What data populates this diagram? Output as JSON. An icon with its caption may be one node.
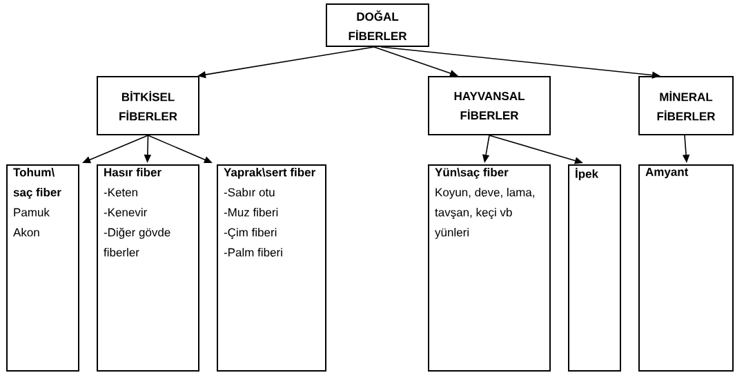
{
  "diagram": {
    "nodes": [
      {
        "text": [
          "DOĞAL FİBERLER"
        ]
      },
      {
        "text": [
          "BİTKİSEL FİBERLER"
        ]
      },
      {
        "text": [
          "HAYVANSAL FİBERLER"
        ]
      },
      {
        "text": [
          "MİNERAL FİBERLER"
        ]
      },
      {
        "text": [
          "Tohum\\ saç fiber",
          "Pamuk",
          "Akon"
        ]
      },
      {
        "text": [
          "Hasır fiber",
          "-Keten",
          "-Kenevir",
          "-Diğer gövde fiberler"
        ]
      },
      {
        "text": [
          "Yaprak\\sert fiber",
          "-Sabır otu",
          "-Muz fiberi",
          "-Çim fiberi",
          "-Palm fiberi"
        ]
      },
      {
        "text": [
          "Yün\\saç fiber",
          "Koyun, deve, lama, tavşan, keçi vb yünleri"
        ]
      },
      {
        "text": [
          "İpek"
        ]
      },
      {
        "text": [
          "Amyant"
        ]
      }
    ],
    "edges": [
      {
        "from": 0,
        "to": 1,
        "arrow": "to"
      },
      {
        "from": 0,
        "to": 2,
        "arrow": "to"
      },
      {
        "from": 0,
        "to": 3,
        "arrow": "to"
      },
      {
        "from": 1,
        "to": 4,
        "arrow": "to"
      },
      {
        "from": 1,
        "to": 5,
        "arrow": "to"
      },
      {
        "from": 1,
        "to": 6,
        "arrow": "to"
      },
      {
        "from": 2,
        "to": 7,
        "arrow": "to"
      },
      {
        "from": 2,
        "to": 8,
        "arrow": "to"
      },
      {
        "from": 3,
        "to": 9,
        "arrow": "to"
      }
    ]
  }
}
